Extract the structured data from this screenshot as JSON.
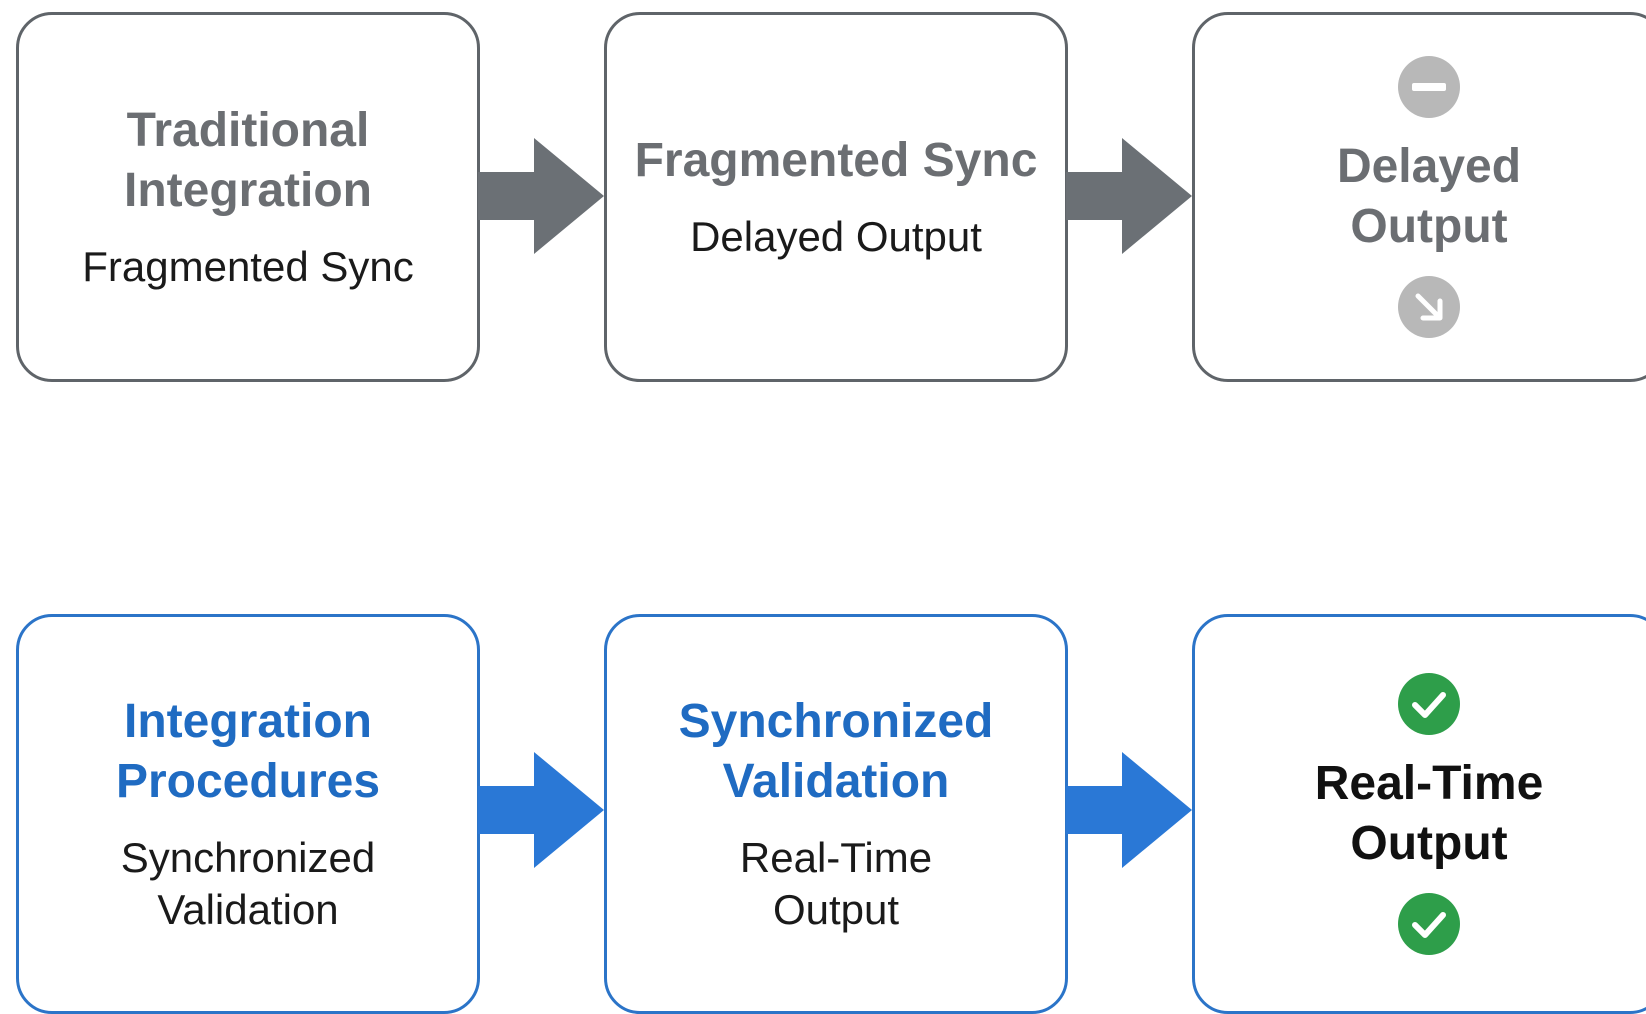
{
  "traditional": {
    "step1": {
      "title": "Traditional Integration",
      "subtitle": "Fragmented Sync"
    },
    "step2": {
      "title": "Fragmented Sync",
      "subtitle": "Delayed Output"
    },
    "outcome": {
      "title": "Delayed Output",
      "top_icon": "minus-circle-icon",
      "bottom_icon": "arrow-down-right-circle-icon"
    }
  },
  "improved": {
    "step1": {
      "title": "Integration Procedures",
      "subtitle": "Synchronized Validation"
    },
    "step2": {
      "title": "Synchronized Validation",
      "subtitle": "Real-Time Output"
    },
    "outcome": {
      "title": "Real-Time Output",
      "top_icon": "check-circle-icon",
      "bottom_icon": "check-circle-icon"
    }
  },
  "colors": {
    "traditional_border": "#5f6469",
    "traditional_title": "#6b6e72",
    "traditional_arrow": "#6b7075",
    "improved_border": "#2b74c8",
    "improved_title": "#1f6bc2",
    "improved_arrow": "#2a78d6",
    "check_green": "#2e9e4a",
    "neutral_icon": "#b8b8b8"
  }
}
